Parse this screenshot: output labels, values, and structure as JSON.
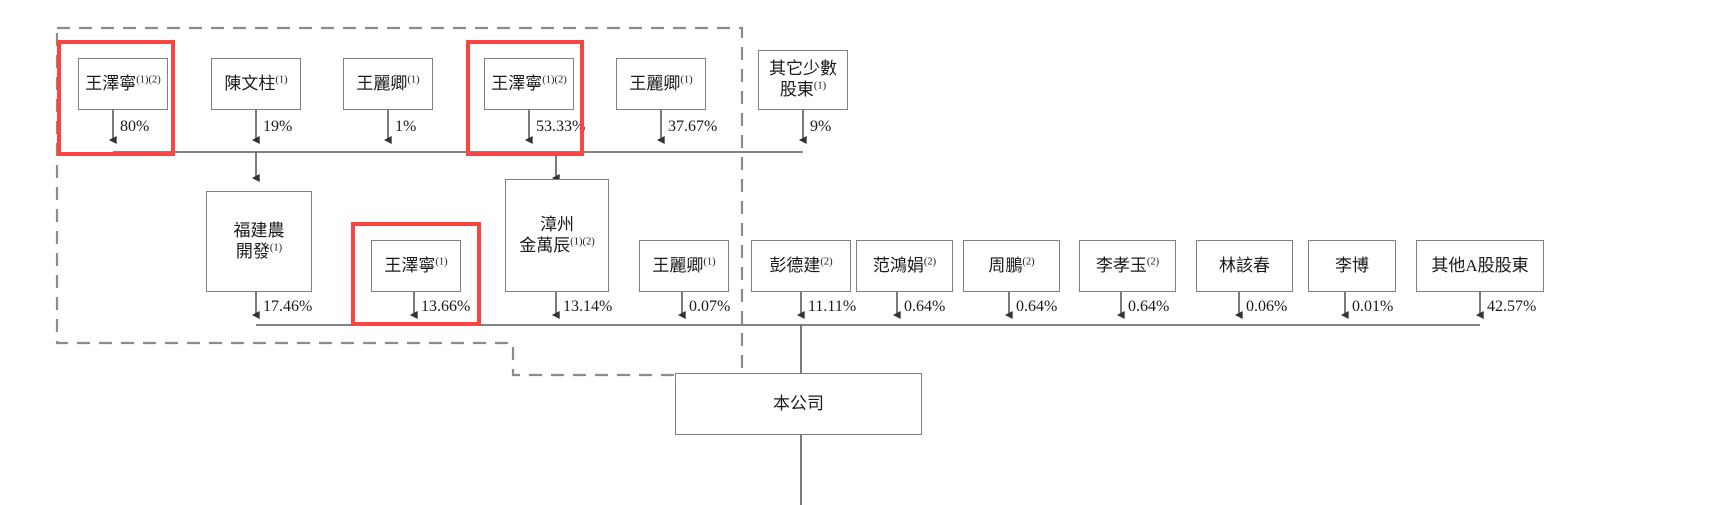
{
  "diagram": {
    "title": "Shareholding structure chart",
    "colors": {
      "highlight": "#f8453f",
      "box_border": "#808080",
      "connector": "#4a4a4a",
      "dashed_group": "#8c8c8c",
      "background": "#ffffff"
    },
    "dashed_group_note": "dashed border enclosing the controlling-shareholder group"
  },
  "tier1": {
    "nodes": [
      {
        "id": "t1-wangzening-a",
        "name": "王澤寧",
        "sup": "(1)(2)",
        "percent": "80%",
        "highlighted": true
      },
      {
        "id": "t1-chenwenzhu",
        "name": "陳文柱",
        "sup": "(1)",
        "percent": "19%",
        "highlighted": false
      },
      {
        "id": "t1-wangliqing-a",
        "name": "王麗卿",
        "sup": "(1)",
        "percent": "1%",
        "highlighted": false
      },
      {
        "id": "t1-wangzening-b",
        "name": "王澤寧",
        "sup": "(1)(2)",
        "percent": "53.33%",
        "highlighted": true
      },
      {
        "id": "t1-wangliqing-b",
        "name": "王麗卿",
        "sup": "(1)",
        "percent": "37.67%",
        "highlighted": false
      },
      {
        "id": "t1-other-minority",
        "name": "其它少數\n股東",
        "sup": "(1)",
        "percent": "9%",
        "highlighted": false
      }
    ]
  },
  "tier2": {
    "nodes": [
      {
        "id": "t2-fujiannongkaifa",
        "name": "福建農\n開發",
        "sup": "(1)",
        "percent": "17.46%",
        "highlighted": false
      },
      {
        "id": "t2-wangzening",
        "name": "王澤寧",
        "sup": "(1)",
        "percent": "13.66%",
        "highlighted": true
      },
      {
        "id": "t2-zhangzhoujinwanchen",
        "name": "漳州\n金萬辰",
        "sup": "(1)(2)",
        "percent": "13.14%",
        "highlighted": false
      },
      {
        "id": "t2-wangliqing",
        "name": "王麗卿",
        "sup": "(1)",
        "percent": "0.07%",
        "highlighted": false
      },
      {
        "id": "t2-pengdejian",
        "name": "彭德建",
        "sup": "(2)",
        "percent": "11.11%",
        "highlighted": false
      },
      {
        "id": "t2-fanhongjuan",
        "name": "范鴻娟",
        "sup": "(2)",
        "percent": "0.64%",
        "highlighted": false
      },
      {
        "id": "t2-zhoupeng",
        "name": "周鵬",
        "sup": "(2)",
        "percent": "0.64%",
        "highlighted": false
      },
      {
        "id": "t2-lixiaoyu",
        "name": "李孝玉",
        "sup": "(2)",
        "percent": "0.64%",
        "highlighted": false
      },
      {
        "id": "t2-lingaichun",
        "name": "林該春",
        "sup": "",
        "percent": "0.06%",
        "highlighted": false
      },
      {
        "id": "t2-libo",
        "name": "李博",
        "sup": "",
        "percent": "0.01%",
        "highlighted": false
      },
      {
        "id": "t2-other-a-shareholders",
        "name": "其他A股股東",
        "sup": "",
        "percent": "42.57%",
        "highlighted": false
      }
    ]
  },
  "tier3": {
    "company": {
      "id": "t3-company",
      "name": "本公司",
      "sup": ""
    }
  }
}
